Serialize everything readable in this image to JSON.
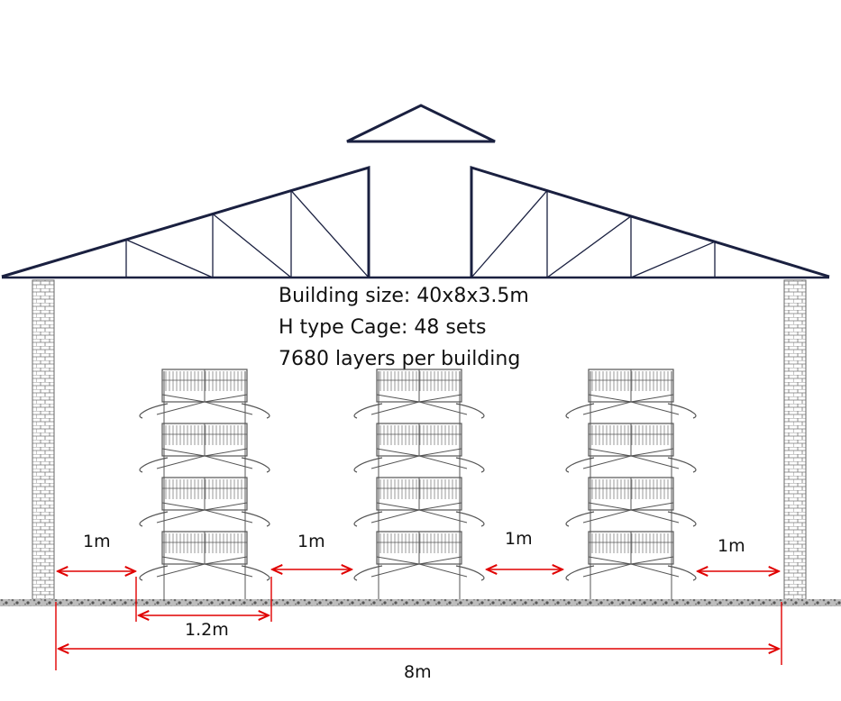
{
  "info": {
    "size": "Building size: 40x8x3.5m",
    "cage": "H type Cage: 48 sets",
    "layers": "7680 layers per building"
  },
  "dimensions": {
    "left_gap": "1m",
    "gap_1": "1m",
    "gap_2": "1m",
    "right_gap": "1m",
    "cage_width": "1.2m",
    "total_width": "8m"
  },
  "colors": {
    "roof": "#1a2040",
    "arrow": "#e00000",
    "cage": "#555555",
    "ground": "#8a8a8a"
  }
}
